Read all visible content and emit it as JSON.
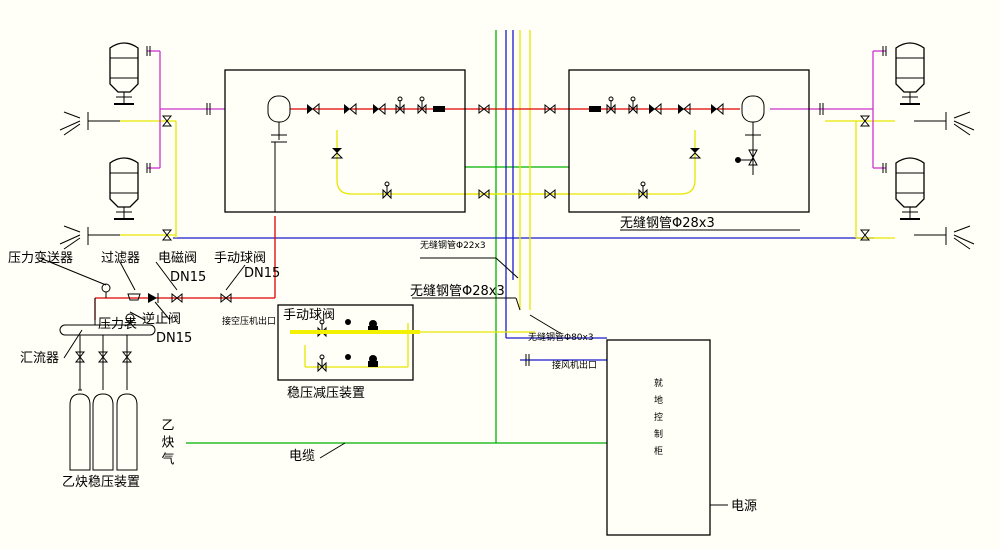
{
  "labels": {
    "pressure_transmitter": "压力变送器",
    "filter": "过滤器",
    "solenoid_valve": "电磁阀",
    "solenoid_dn": "DN15",
    "manual_ball_valve": "手动球阀",
    "manual_ball_dn": "DN15",
    "pressure_gauge": "压力表",
    "check_valve": "逆止阀",
    "check_dn": "DN15",
    "manifold": "汇流器",
    "acetylene_device": "乙炔稳压装置",
    "acetylene_vertical": "乙炔气",
    "stabilizer_manual_valve": "手动球阀",
    "air_compressor_outlet": "接空压机出口",
    "stabilizer_device": "稳压减压装置",
    "pipe_22": "无缝钢管Φ22x3",
    "pipe_28_mid": "无缝钢管Φ28x3",
    "pipe_28_right": "无缝钢管Φ28x3",
    "pipe_80": "无缝钢管Φ80x3",
    "fan_outlet": "接风机出口",
    "control_cabinet": "就地控制柜",
    "cable": "电缆",
    "power": "电源"
  },
  "colors": {
    "background": "#fffff7",
    "line_black": "#000000",
    "red_pipe": "#e00000",
    "yellow_pipe": "#e6e600",
    "blue_pipe": "#1a1acc",
    "green_cable": "#00b000",
    "magenta_pipe": "#cc33cc"
  }
}
